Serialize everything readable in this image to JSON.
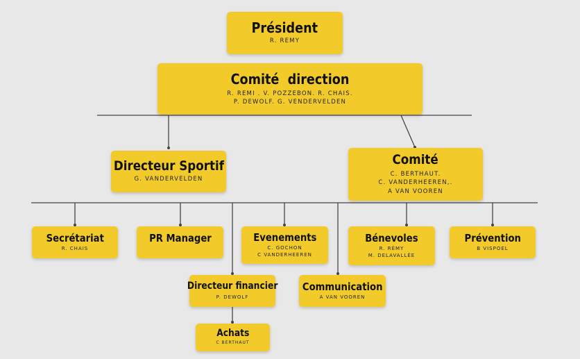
{
  "colors": {
    "box": "#f2cb2b",
    "line": "#444444",
    "background": "#e8e8e8"
  },
  "president": {
    "title": "Président",
    "names": "R. REMY"
  },
  "comite_direction": {
    "title": "Comité  direction",
    "names_line1": "R. REMI . V. POZZEBON. R. CHAIS.",
    "names_line2": "P. DEWOLF. G. VENDERVELDEN"
  },
  "directeur_sportif": {
    "title": "Directeur Sportif",
    "names": "G. VANDERVELDEN"
  },
  "comite": {
    "title": "Comité",
    "names_line1": "C. BERTHAUT.",
    "names_line2": "C. VANDERHEEREN,.",
    "names_line3": "A VAN VOOREN"
  },
  "secretariat": {
    "title": "Secrétariat",
    "names": "R. CHAIS"
  },
  "pr_manager": {
    "title": "PR Manager"
  },
  "evenements": {
    "title": "Evenements",
    "names_line1": "C. GOCHON",
    "names_line2": "C VANDERHEEREN"
  },
  "benevoles": {
    "title": "Bénevoles",
    "names_line1": "R. RÉMY",
    "names_line2": "M. DELAVALLÉE"
  },
  "prevention": {
    "title": "Prévention",
    "names": "B VISPOEL"
  },
  "directeur_financier": {
    "title": "Directeur financier",
    "names": "P. DEWOLF"
  },
  "communication": {
    "title": "Communication",
    "names": "A VAN VOOREN"
  },
  "achats": {
    "title": "Achats",
    "names": "C BERTHAUT"
  }
}
